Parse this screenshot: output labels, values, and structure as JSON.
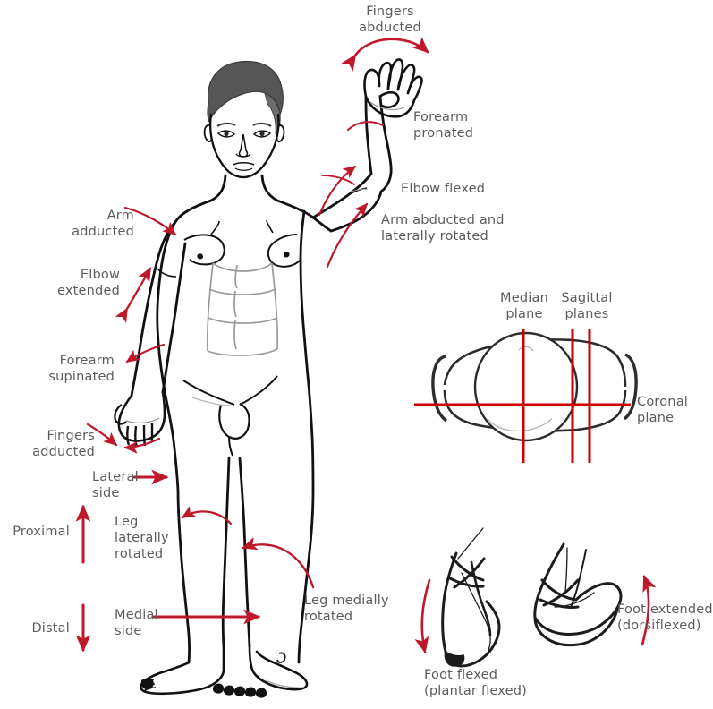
{
  "figure": {
    "title": "Anatomical terms of movement, position and planes",
    "colors": {
      "arrow_red": "#c0182b",
      "plane_red": "#cc0000",
      "outline_black": "#111111",
      "hair_gray": "#565656",
      "text_gray": "#5c5c5c",
      "muscle_gray": "#9a9a9a",
      "background": "#ffffff"
    }
  },
  "labels": {
    "fingers_abducted": "Fingers\nabducted",
    "forearm_pronated": "Forearm\npronated",
    "elbow_flexed": "Elbow flexed",
    "arm_abducted_laterally_rotated": "Arm abducted and\nlaterally rotated",
    "arm_adducted": "Arm\nadducted",
    "elbow_extended": "Elbow\nextended",
    "forearm_supinated": "Forearm\nsupinated",
    "fingers_adducted": "Fingers\nadducted",
    "lateral_side": "Lateral\nside",
    "proximal": "Proximal",
    "distal": "Distal",
    "leg_laterally_rotated": "Leg\nlaterally\nrotated",
    "medial_side": "Medial\nside",
    "leg_medially_rotated": "Leg medially\nrotated",
    "median_plane": "Median\nplane",
    "sagittal_planes": "Sagittal\nplanes",
    "coronal_plane": "Coronal\nplane",
    "foot_flexed": "Foot flexed\n(plantar flexed)",
    "foot_extended": "Foot extended\n(dorsiflexed)"
  },
  "panels": {
    "body_figure": "standing-male-anatomical-figure",
    "planes_diagram": "transverse-section-with-planes",
    "feet_diagram": "two-feet-plantarflexion-dorsiflexion"
  },
  "chart_data": {
    "type": "diagram",
    "title": "Anatomical terms of movement and body planes",
    "annotations": [
      {
        "label": "Fingers abducted",
        "target": "right-hand-fingers",
        "motion": "abduction",
        "arrow": "double-ended-arc"
      },
      {
        "label": "Forearm pronated",
        "target": "right-forearm",
        "motion": "pronation",
        "arrow": "arc"
      },
      {
        "label": "Elbow flexed",
        "target": "right-elbow",
        "motion": "flexion",
        "arrow": "arc"
      },
      {
        "label": "Arm abducted and laterally rotated",
        "target": "right-shoulder",
        "motion": "abduction-lateral-rotation",
        "arrow": "curved-arrow-up"
      },
      {
        "label": "Arm adducted",
        "target": "left-shoulder",
        "motion": "adduction",
        "arrow": "curved-arrow-right"
      },
      {
        "label": "Elbow extended",
        "target": "left-elbow",
        "motion": "extension",
        "arrow": "double-ended-straight"
      },
      {
        "label": "Forearm supinated",
        "target": "left-forearm",
        "motion": "supination",
        "arrow": "arc-left"
      },
      {
        "label": "Fingers adducted",
        "target": "left-hand-fingers",
        "motion": "adduction",
        "arrow": "two-converging-arrows"
      },
      {
        "label": "Lateral side",
        "target": "left-body-outline",
        "motion": "direction",
        "arrow": "straight-right"
      },
      {
        "label": "Medial side",
        "target": "midline",
        "motion": "direction",
        "arrow": "straight-right"
      },
      {
        "label": "Proximal",
        "target": "limb-axis",
        "motion": "direction",
        "arrow": "straight-up"
      },
      {
        "label": "Distal",
        "target": "limb-axis",
        "motion": "direction",
        "arrow": "straight-down"
      },
      {
        "label": "Leg laterally rotated",
        "target": "left-thigh",
        "motion": "lateral-rotation",
        "arrow": "arc-down-left"
      },
      {
        "label": "Leg medially rotated",
        "target": "right-thigh",
        "motion": "medial-rotation",
        "arrow": "arc-down-left"
      },
      {
        "label": "Median plane",
        "target": "midsagittal-line",
        "motion": "plane",
        "arrow": "vertical-line"
      },
      {
        "label": "Sagittal planes",
        "target": "parasagittal-lines",
        "motion": "plane",
        "arrow": "two-vertical-lines"
      },
      {
        "label": "Coronal plane",
        "target": "frontal-line",
        "motion": "plane",
        "arrow": "horizontal-line"
      },
      {
        "label": "Foot flexed (plantar flexed)",
        "target": "left-foot",
        "motion": "plantarflexion",
        "arrow": "curved-arrow-down"
      },
      {
        "label": "Foot extended (dorsiflexed)",
        "target": "right-foot",
        "motion": "dorsiflexion",
        "arrow": "curved-arrow-up"
      }
    ]
  }
}
